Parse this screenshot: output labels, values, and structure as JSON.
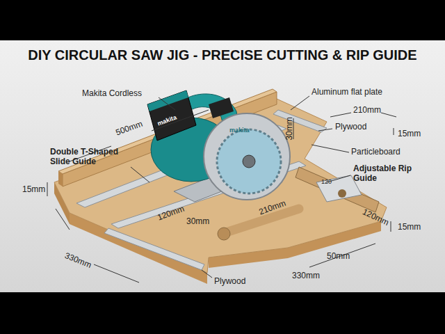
{
  "diagram": {
    "title": "DIY CIRCULAR SAW JIG - PRECISE CUTTING & RIP GUIDE",
    "labels": [
      "Makita Cordless",
      "Aluminum flat plate",
      "210mm",
      "Plywood",
      "15mm",
      "Particleboard",
      "500mm",
      "Double T-Shaped Slide Guide",
      "30mm",
      "Adjustable Rip Guide",
      "15mm",
      "120mm",
      "210mm",
      "120",
      "120mm",
      "30mm",
      "330mm",
      "Plywood",
      "330mm",
      "50mm",
      "15mm",
      "makita",
      "makita"
    ]
  }
}
